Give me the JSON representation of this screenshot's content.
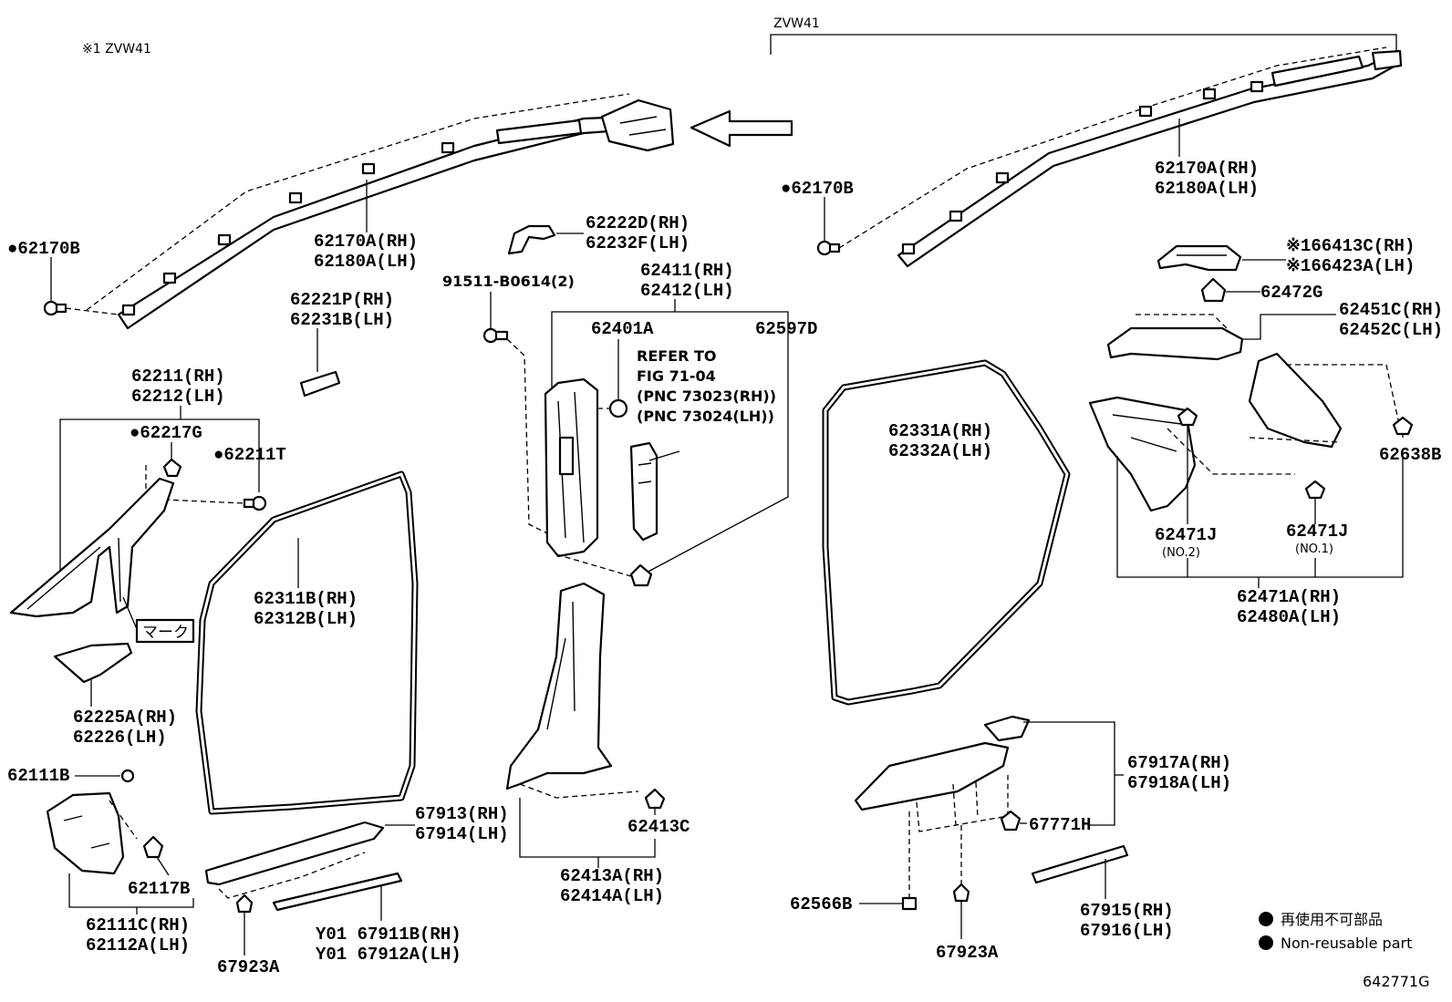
{
  "header": {
    "note_left": "※1 ZVW41",
    "note_right": "ZVW41"
  },
  "labels": {
    "p62170B_l": "●62170B",
    "p62170A_l1": "62170A(RH)",
    "p62180A_l2": "62180A(LH)",
    "p62170B_r": "●62170B",
    "p62170A_r1": "62170A(RH)",
    "p62180A_r2": "62180A(LH)",
    "p66413C": "※166413C(RH)",
    "p66423A": "※166423A(LH)",
    "p62472G": "62472G",
    "p62451C": "62451C(RH)",
    "p62452C": "62452C(LH)",
    "p62222D": "62222D(RH)",
    "p62232F": "62232F(LH)",
    "p91511": "91511-B0614(2)",
    "p62411": "62411(RH)",
    "p62412": "62412(LH)",
    "p62401A": "62401A",
    "p62597D": "62597D",
    "refer1": "REFER TO",
    "refer2": "FIG 71-04",
    "refer3": "(PNC 73023(RH))",
    "refer4": "(PNC 73024(LH))",
    "p62221P": "62221P(RH)",
    "p62231B": "62231B(LH)",
    "p62211": "62211(RH)",
    "p62212": "62212(LH)",
    "p62217G": "●62217G",
    "p62211T": "●62211T",
    "mark": "マーク",
    "p62225A": "62225A(RH)",
    "p62226": "62226(LH)",
    "p62311B": "62311B(RH)",
    "p62312B": "62312B(LH)",
    "p62331A": "62331A(RH)",
    "p62332A": "62332A(LH)",
    "p62638B": "62638B",
    "p62471J_2": "62471J",
    "no2": "(NO.2)",
    "p62471J_1": "62471J",
    "no1": "(NO.1)",
    "p62471A": "62471A(RH)",
    "p62480A": "62480A(LH)",
    "p62111B": "62111B",
    "p62117B": "62117B",
    "p62111C": "62111C(RH)",
    "p62112A": "62112A(LH)",
    "p67913": "67913(RH)",
    "p67914": "67914(LH)",
    "p67923A_l": "67923A",
    "p67911B": "Y01 67911B(RH)",
    "p67912A": "Y01 67912A(LH)",
    "p62413C": "62413C",
    "p62413A": "62413A(RH)",
    "p62414A": "62414A(LH)",
    "p67917A": "67917A(RH)",
    "p67918A": "67918A(LH)",
    "p67771H": "67771H",
    "p62566B": "62566B",
    "p67923A_r": "67923A",
    "p67915": "67915(RH)",
    "p67916": "67916(LH)"
  },
  "legend": {
    "jp": "再使用不可部品",
    "en": "Non-reusable part"
  },
  "figure_id": "642771G"
}
